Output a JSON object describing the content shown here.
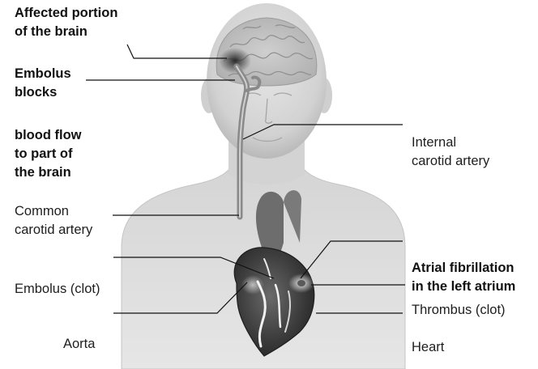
{
  "labels": {
    "affected_portion": [
      "Affected portion",
      "of the brain"
    ],
    "embolus_blocks": [
      "Embolus",
      "blocks"
    ],
    "blood_flow": [
      "blood flow",
      "to part of",
      "the brain"
    ],
    "common_carotid": [
      "Common",
      "carotid artery"
    ],
    "embolus_clot": "Embolus (clot)",
    "aorta": "Aorta",
    "internal_carotid": [
      "Internal",
      "carotid artery"
    ],
    "atrial_fibrillation": [
      "Atrial fibrillation",
      "in the left atrium"
    ],
    "thrombus": "Thrombus (clot)",
    "heart": "Heart"
  },
  "colors": {
    "text": "#1e1e1e",
    "leader_line": "#111111",
    "skin": "#d9d9d9",
    "skin_shadow": "#bdbdbd",
    "artery": "#8a8a8a",
    "heart_dark": "#3a3a3a",
    "heart_highlight": "#f2f2f2",
    "clot": "#5a5a5a"
  }
}
